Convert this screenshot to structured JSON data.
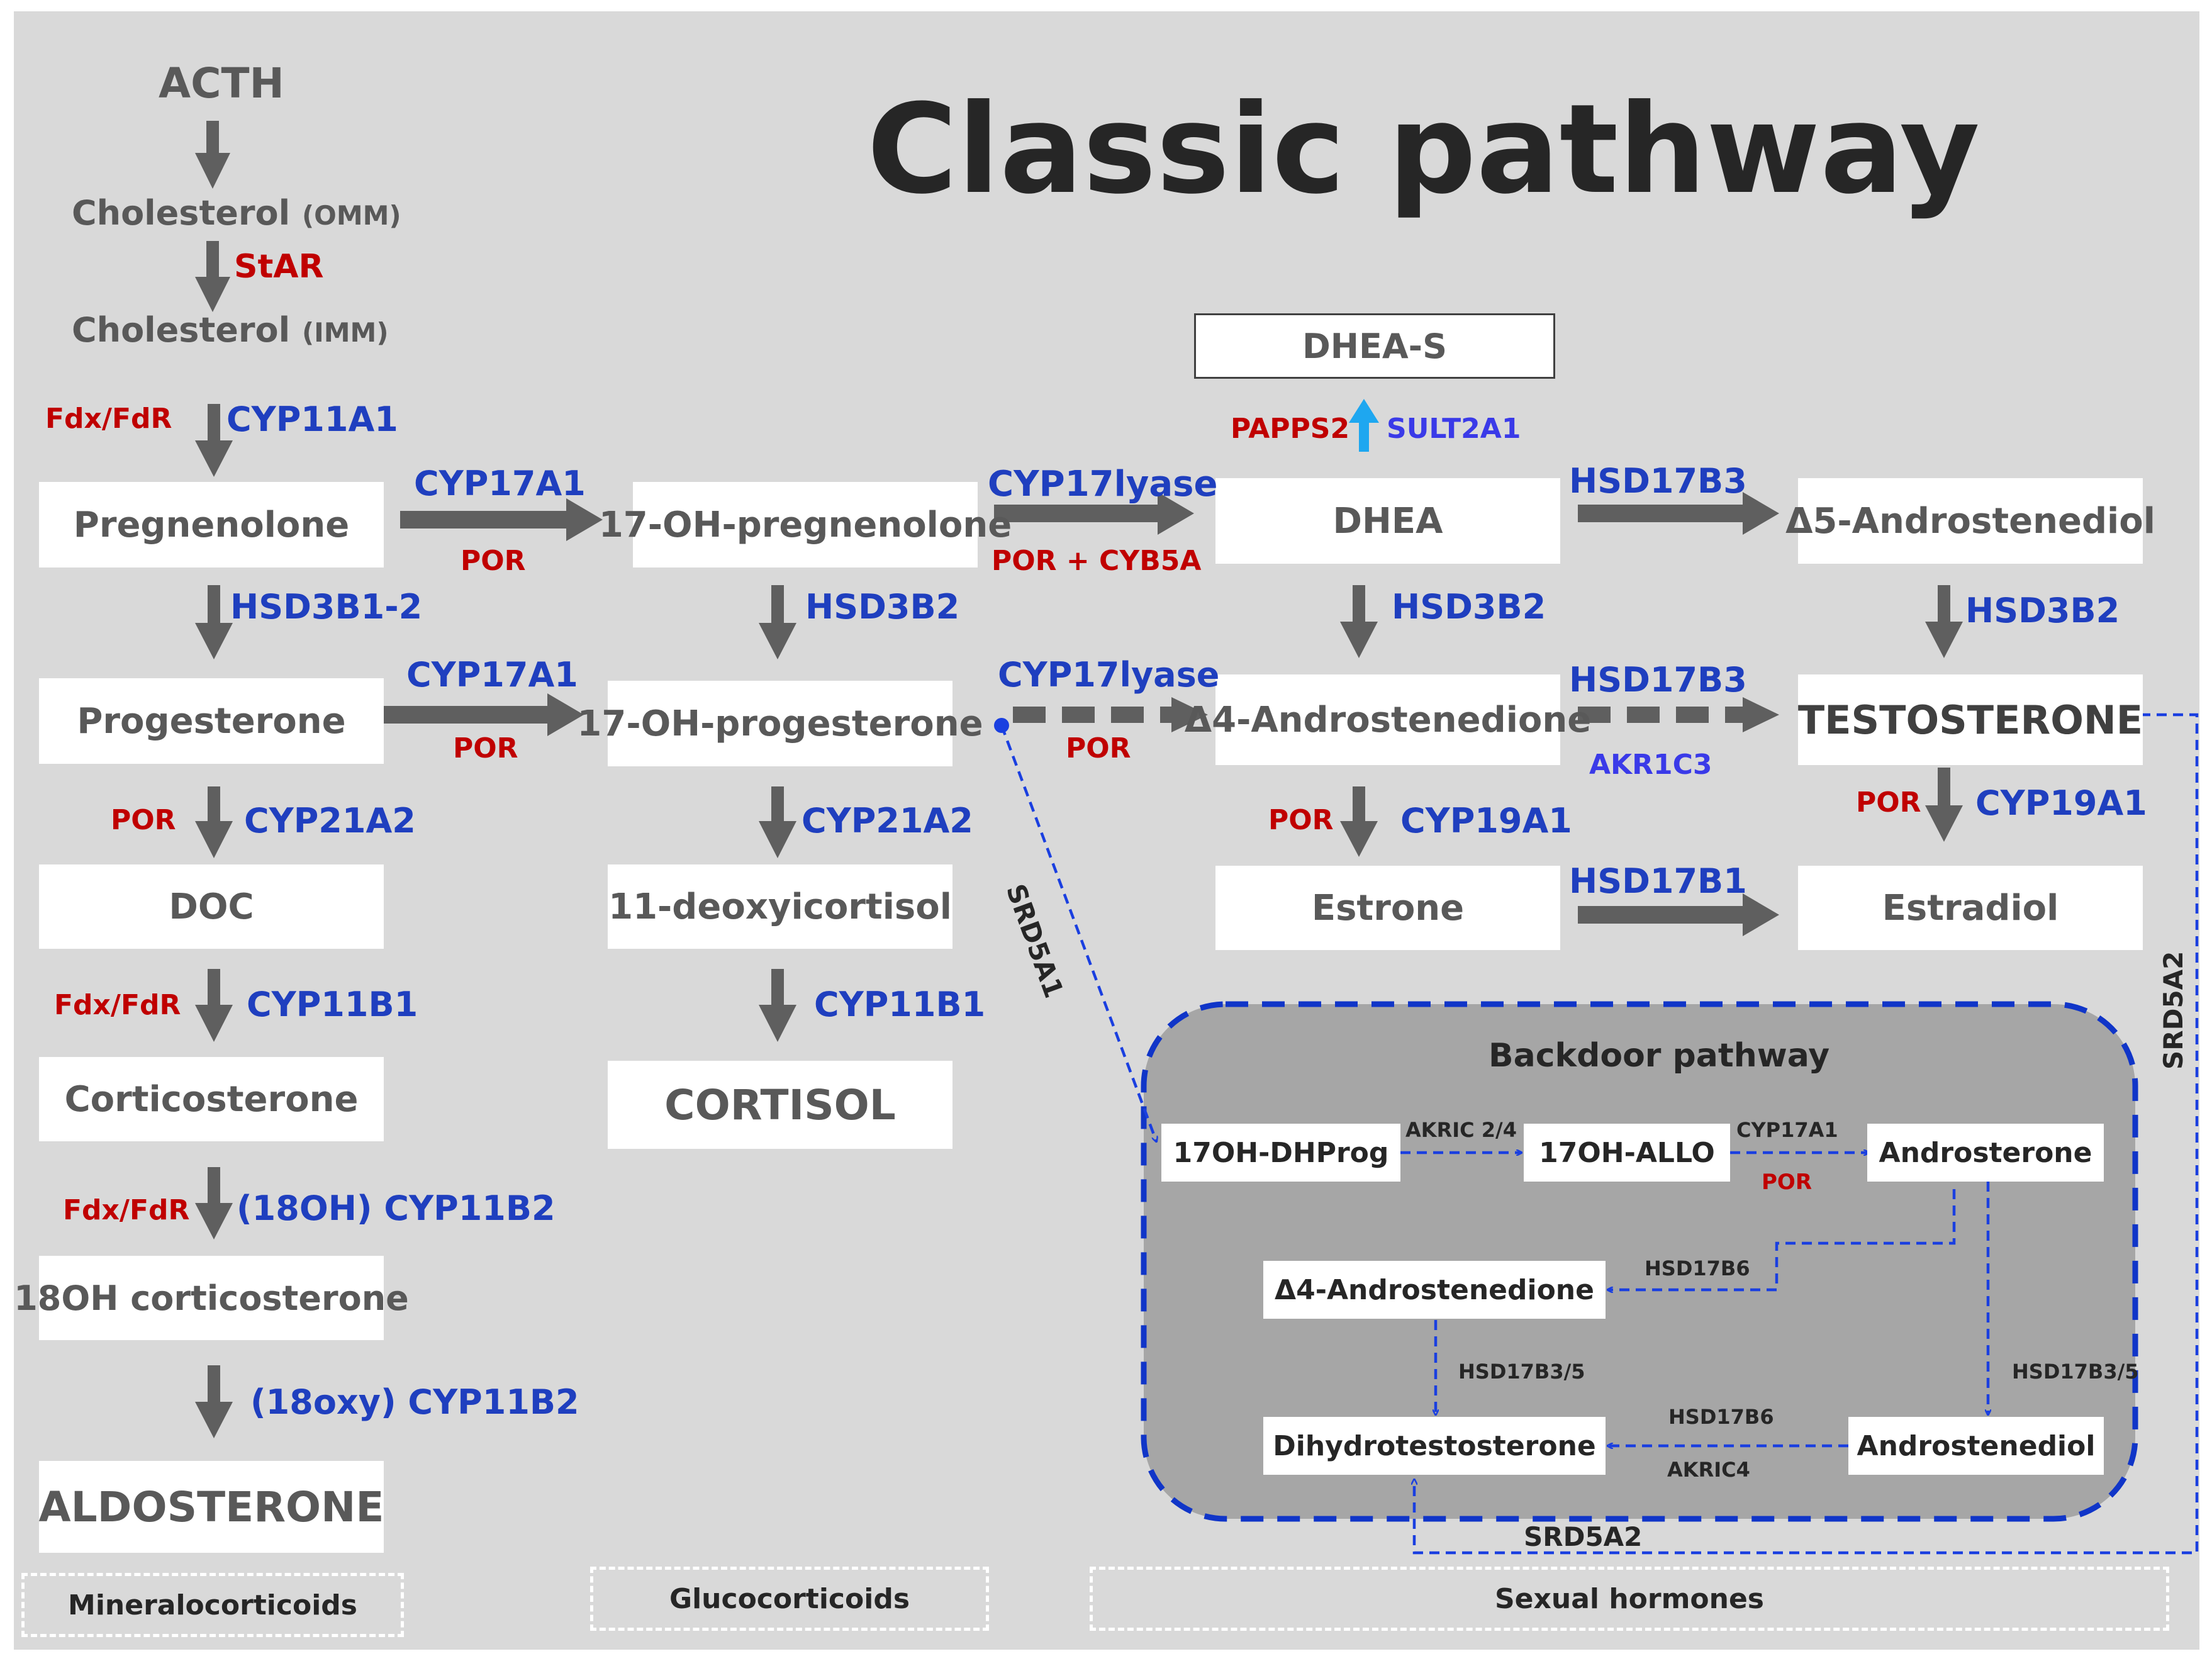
{
  "title": "Classic pathway",
  "top": {
    "acth": "ACTH",
    "chol_omm": "Cholesterol",
    "omm_tag": "(OMM)",
    "star": "StAR",
    "chol_imm": "Cholesterol",
    "imm_tag": "(IMM)",
    "fdx1": "Fdx/FdR",
    "cyp11a1": "CYP11A1"
  },
  "boxes": {
    "pregnenolone": "Pregnenolone",
    "progesterone": "Progesterone",
    "doc": "DOC",
    "corticosterone": "Corticosterone",
    "oh_corticosterone": "18OH corticosterone",
    "aldosterone": "ALDOSTERONE",
    "oh_pregnenolone": "17-OH-pregnenolone",
    "oh_progesterone": "17-OH-progesterone",
    "deoxycortisol": "11-deoxyicortisol",
    "cortisol": "CORTISOL",
    "dheas": "DHEA-S",
    "dhea": "DHEA",
    "androstenedione": "Δ4-Androstenedione",
    "estrone": "Estrone",
    "androstenediol5": "Δ5-Androstenediol",
    "testosterone": "TESTOSTERONE",
    "estradiol": "Estradiol"
  },
  "enzymes": {
    "hsd3b1_2": "HSD3B1-2",
    "cyp17a1_a": "CYP17A1",
    "por_a": "POR",
    "cyp17a1_b": "CYP17A1",
    "por_b": "POR",
    "por_doc": "POR",
    "cyp21a2_a": "CYP21A2",
    "fdx_cort": "Fdx/FdR",
    "cyp11b1_a": "CYP11B1",
    "fdx_18oh": "Fdx/FdR",
    "cyp11b2_a": "(18OH) CYP11B2",
    "cyp11b2_b": "(18oxy) CYP11B2",
    "hsd3b2_a": "HSD3B2",
    "cyp21a2_b": "CYP21A2",
    "cyp11b1_b": "CYP11B1",
    "cyp17lyase_a": "CYP17lyase",
    "por_cyb5a": "POR + CYB5A",
    "cyp17lyase_b": "CYP17lyase",
    "por_c": "POR",
    "papps2": "PAPPS2",
    "sult2a1": "SULT2A1",
    "hsd3b2_b": "HSD3B2",
    "por_estrone": "POR",
    "cyp19a1_a": "CYP19A1",
    "hsd17b3_a": "HSD17B3",
    "hsd17b3_b": "HSD17B3",
    "akr1c3": "AKR1C3",
    "hsd17b1": "HSD17B1",
    "hsd3b2_c": "HSD3B2",
    "por_estradiol": "POR",
    "cyp19a1_b": "CYP19A1",
    "srd5a1": "SRD5A1",
    "srd5a2_right": "SRD5A2",
    "srd5a2_bottom": "SRD5A2"
  },
  "backdoor": {
    "title": "Backdoor pathway",
    "dhprog": "17OH-DHProg",
    "allo": "17OH-ALLO",
    "androsterone": "Androsterone",
    "androstenedione": "Δ4-Androstenedione",
    "dht": "Dihydrotestosterone",
    "androstenediol": "Androstenediol",
    "akric24": "AKRIC 2/4",
    "cyp17a1": "CYP17A1",
    "por": "POR",
    "hsd17b6_top": "HSD17B6",
    "hsd17b35_left": "HSD17B3/5",
    "hsd17b35_right": "HSD17B3/5",
    "hsd17b6_bottom": "HSD17B6",
    "akric4": "AKRIC4"
  },
  "categories": {
    "mineral": "Mineralocorticoids",
    "gluco": "Glucocorticoids",
    "sexual": "Sexual hormones"
  },
  "colors": {
    "background": "#d9d9d9",
    "box": "#ffffff",
    "arrow_gray": "#5f5f5f",
    "enzyme_blue": "#1f3fbf",
    "cofactor_red": "#c00000",
    "backdoor_fill": "#a6a6a6",
    "dashed_blue": "#1a3fe0",
    "sult_arrow": "#1ea7f0"
  }
}
